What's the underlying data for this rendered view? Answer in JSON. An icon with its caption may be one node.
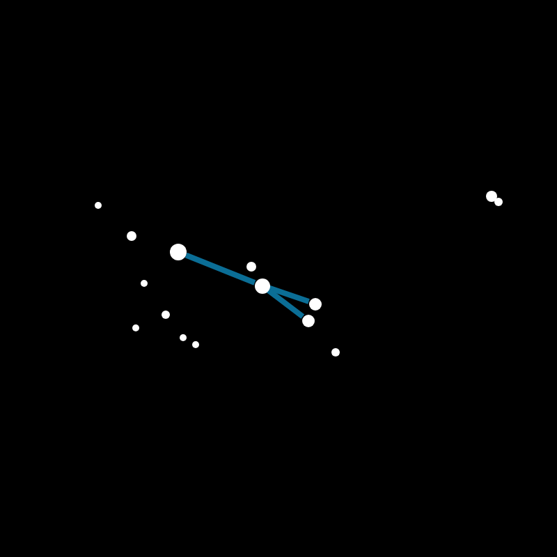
{
  "diagram": {
    "nodes": [
      {
        "text": [],
        "shape": "circle"
      },
      {
        "text": [],
        "shape": "circle"
      },
      {
        "text": [],
        "shape": "circle"
      },
      {
        "text": [],
        "shape": "circle"
      },
      {
        "text": [],
        "shape": "circle"
      },
      {
        "text": [],
        "shape": "circle"
      },
      {
        "text": [],
        "shape": "circle"
      },
      {
        "text": [],
        "shape": "circle"
      },
      {
        "text": [],
        "shape": "circle"
      },
      {
        "text": [],
        "shape": "circle"
      },
      {
        "text": [],
        "shape": "circle"
      },
      {
        "text": [],
        "shape": "circle"
      },
      {
        "text": [],
        "shape": "circle"
      },
      {
        "text": [],
        "shape": "circle"
      },
      {
        "text": [],
        "shape": "circle"
      }
    ],
    "edges": [
      {
        "from": 5,
        "to": 9,
        "arrow": "none"
      },
      {
        "from": 9,
        "to": 11,
        "arrow": "none"
      },
      {
        "from": 9,
        "to": 10,
        "arrow": "none"
      }
    ]
  }
}
